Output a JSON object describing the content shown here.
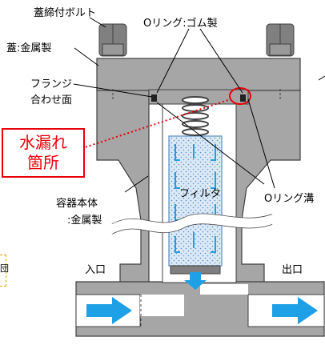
{
  "labels": {
    "bolt": "蓋締付ボルト",
    "oring_rubber": "Oリング:ゴム製",
    "lid": "蓋:金属製",
    "flange_1": "フランジ",
    "flange_2": "合わせ面",
    "leak_1": "水漏れ",
    "leak_2": "箇所",
    "filter": "フィルタ",
    "oring_groove": "Oリング溝",
    "body_1": "容器本体",
    "body_2": ":金属製",
    "inlet": "入口",
    "outlet": "出口",
    "left_edge_char": "団"
  },
  "colors": {
    "metal": "#a6a6a6",
    "metal_dark": "#7f7f7f",
    "water": "#dbe9f7",
    "arrow": "#1ea0e6",
    "leak": "#e8000b",
    "spring": "#ffffff"
  }
}
